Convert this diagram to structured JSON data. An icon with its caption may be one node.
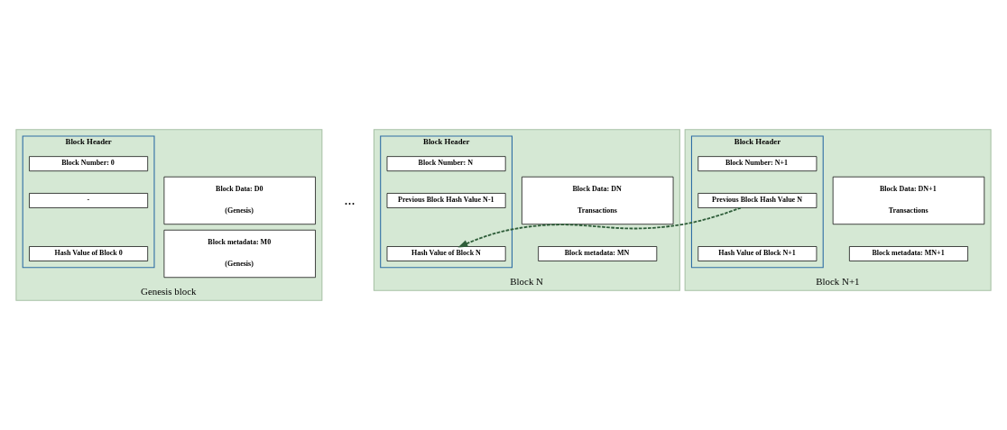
{
  "diagram": {
    "nodes": [
      {
        "text": [
          "Genesis block"
        ]
      },
      {
        "text": [
          "Block Header"
        ],
        "in": 0
      },
      {
        "text": [
          "Block Number: 0"
        ],
        "in": 1
      },
      {
        "text": [
          "-"
        ],
        "in": 1
      },
      {
        "text": [
          "Hash Value of Block 0"
        ],
        "in": 1
      },
      {
        "text": [
          "Block Data: D0",
          "(Genesis)"
        ],
        "in": 0
      },
      {
        "text": [
          "Block metadata: M0",
          "(Genesis)"
        ],
        "in": 0
      },
      {
        "text": [
          "Block N"
        ]
      },
      {
        "text": [
          "Block Header"
        ],
        "in": 7
      },
      {
        "text": [
          "Block Number: N"
        ],
        "in": 8
      },
      {
        "text": [
          "Previous Block Hash Value N-1"
        ],
        "in": 8
      },
      {
        "text": [
          "Hash Value of Block N"
        ],
        "in": 8
      },
      {
        "text": [
          "Block Data: DN",
          "Transactions"
        ],
        "in": 7
      },
      {
        "text": [
          "Block metadata: MN"
        ],
        "in": 7
      },
      {
        "text": [
          "Block N+1"
        ]
      },
      {
        "text": [
          "Block Header"
        ],
        "in": 14
      },
      {
        "text": [
          "Block Number: N+1"
        ],
        "in": 15
      },
      {
        "text": [
          "Previous Block Hash Value N"
        ],
        "in": 15
      },
      {
        "text": [
          "Hash Value of Block N+1"
        ],
        "in": 15
      },
      {
        "text": [
          "Block Data: DN+1",
          "Transactions"
        ],
        "in": 14
      },
      {
        "text": [
          "Block metadata: MN+1"
        ],
        "in": 14
      }
    ],
    "edges": [
      {
        "from": 17,
        "to": 11,
        "arrow": "to",
        "style": "dashed",
        "color": "#2f5e3a"
      }
    ],
    "labels": [
      "..."
    ]
  }
}
